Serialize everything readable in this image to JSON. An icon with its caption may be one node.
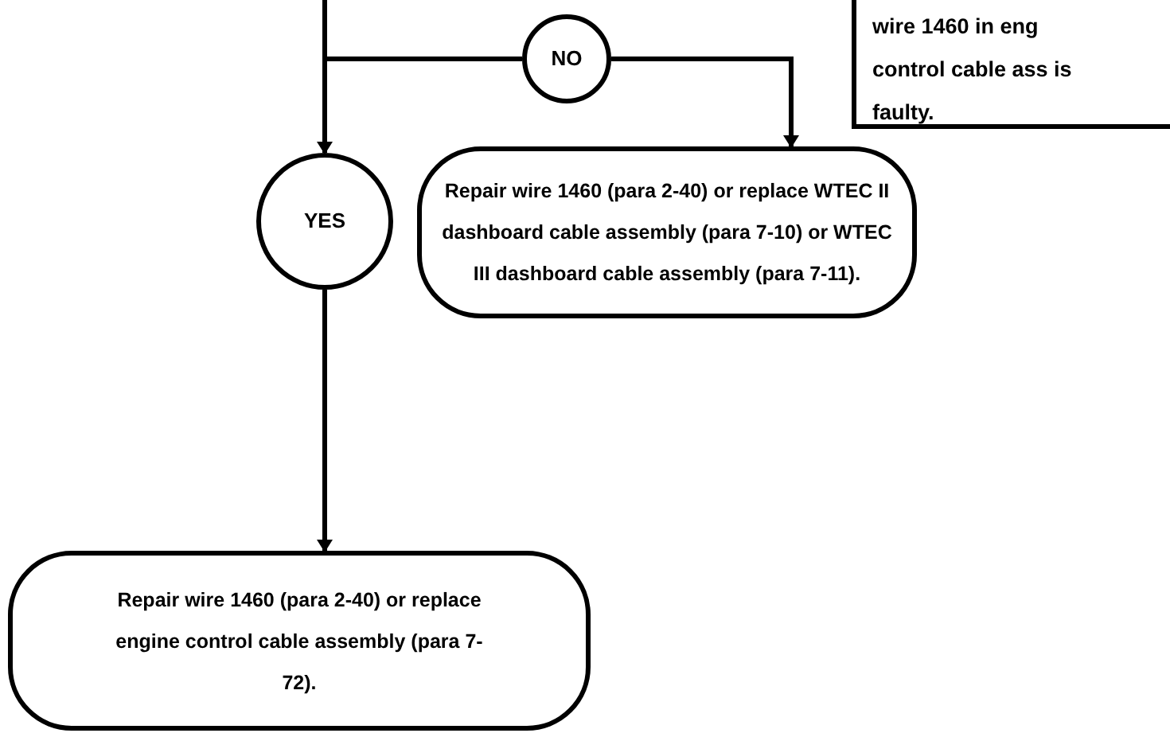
{
  "diagram": {
    "nodes": [
      {
        "text": [
          "NO"
        ]
      },
      {
        "text": [
          "wire 1460 in eng control cable ass is faulty."
        ]
      },
      {
        "text": [
          "YES"
        ]
      },
      {
        "text": [
          "Repair wire 1460 (para 2-40) or replace WTEC II dashboard cable assembly (para 7-10) or WTEC III dashboard cable assembly (para 7-11)."
        ]
      },
      {
        "text": [
          "Repair wire 1460 (para 2-40) or replace engine control cable assembly (para 7-72)."
        ]
      }
    ],
    "edges": [
      {
        "from": null,
        "to": 2,
        "arrow": "to"
      },
      {
        "from": null,
        "to": 0,
        "arrow": "none"
      },
      {
        "from": 0,
        "to": 3,
        "arrow": "to"
      },
      {
        "from": 2,
        "to": 4,
        "arrow": "to"
      }
    ]
  }
}
